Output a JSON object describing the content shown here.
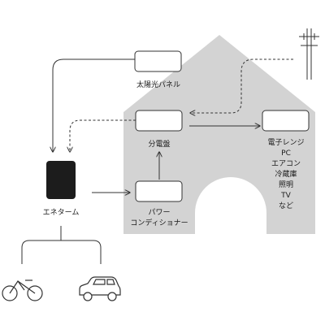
{
  "diagram": {
    "colors": {
      "house": "#d3d3d3",
      "line": "#333333",
      "box_fill": "#ffffff",
      "battery": "#1c1c1c"
    },
    "nodes": {
      "solar_panel": {
        "label": "太陽光パネル"
      },
      "distribution_board": {
        "label": "分電盤"
      },
      "power_conditioner": {
        "label_line1": "パワー",
        "label_line2": "コンディショナー"
      },
      "battery": {
        "label": "エネターム"
      },
      "appliances": {
        "lines": [
          "電子レンジ",
          "PC",
          "エアコン",
          "冷蔵庫",
          "照明",
          "TV",
          "など"
        ]
      }
    },
    "icons": {
      "utility_pole": "utility-pole-icon",
      "bicycle": "bicycle-icon",
      "car": "car-icon"
    }
  }
}
